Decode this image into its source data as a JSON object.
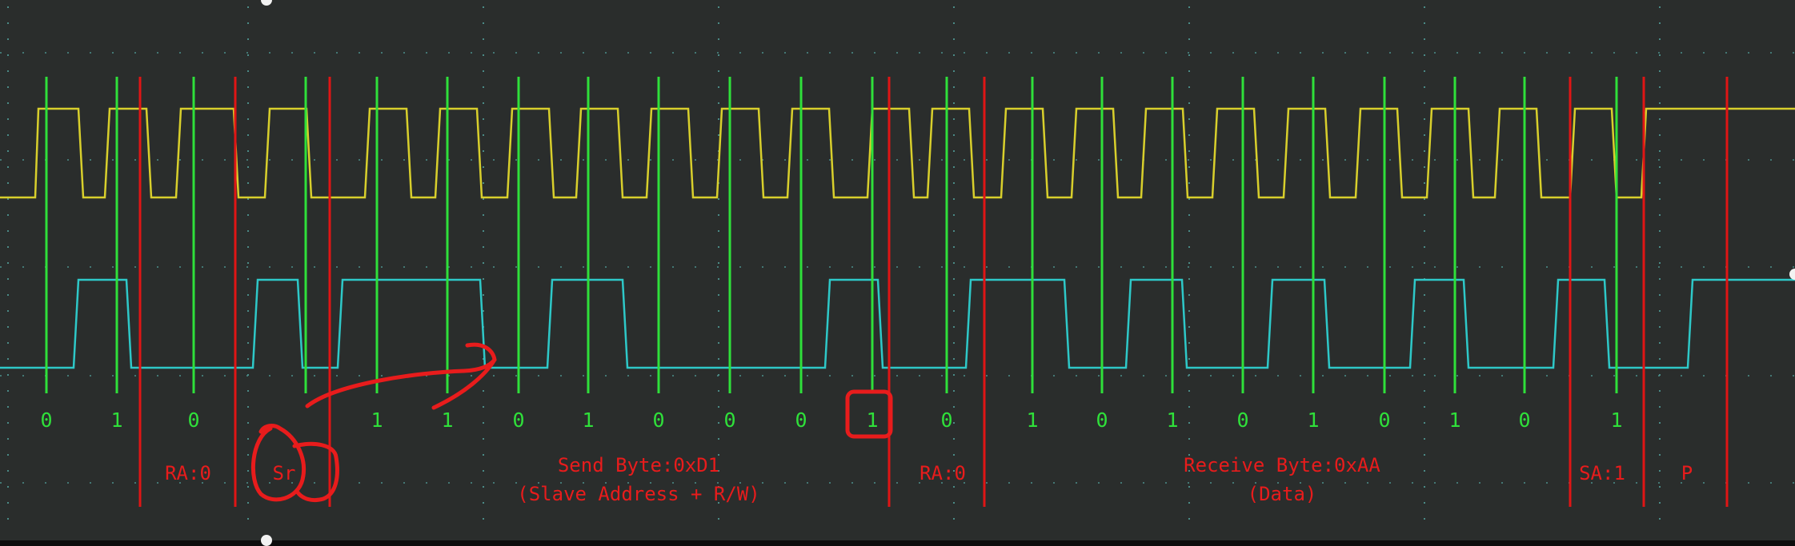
{
  "colors": {
    "background": "#2a2d2c",
    "grid": "#4a8a86",
    "scl_trace": "#d8cf2c",
    "sda_trace": "#2ec8c8",
    "sample_marker": "#2fe03a",
    "boundary_marker": "#e01515",
    "annotation": "#e81c1c"
  },
  "chart_data": {
    "type": "line",
    "title": "",
    "xlabel": "",
    "ylabel": "",
    "grid": true,
    "legend": "none",
    "traces": [
      {
        "channel": "SCL",
        "color_key": "scl_trace",
        "levels": [
          "low",
          "high"
        ]
      },
      {
        "channel": "SDA",
        "color_key": "sda_trace",
        "levels": [
          "low",
          "high"
        ]
      }
    ],
    "bit_labels": [
      "0",
      "1",
      "0",
      "1",
      "1",
      "0",
      "1",
      "0",
      "0",
      "0",
      "1",
      "0",
      "1",
      "0",
      "1",
      "0",
      "1",
      "0",
      "1",
      "0",
      "1"
    ],
    "segments": [
      {
        "label": "RA:0",
        "line2": ""
      },
      {
        "label": "Sr",
        "line2": ""
      },
      {
        "label": "Send Byte:0xD1",
        "line2": "(Slave Address + R/W)"
      },
      {
        "label": "RA:0",
        "line2": ""
      },
      {
        "label": "Receive Byte:0xAA",
        "line2": "(Data)"
      },
      {
        "label": "SA:1",
        "line2": ""
      },
      {
        "label": "P",
        "line2": ""
      }
    ]
  }
}
